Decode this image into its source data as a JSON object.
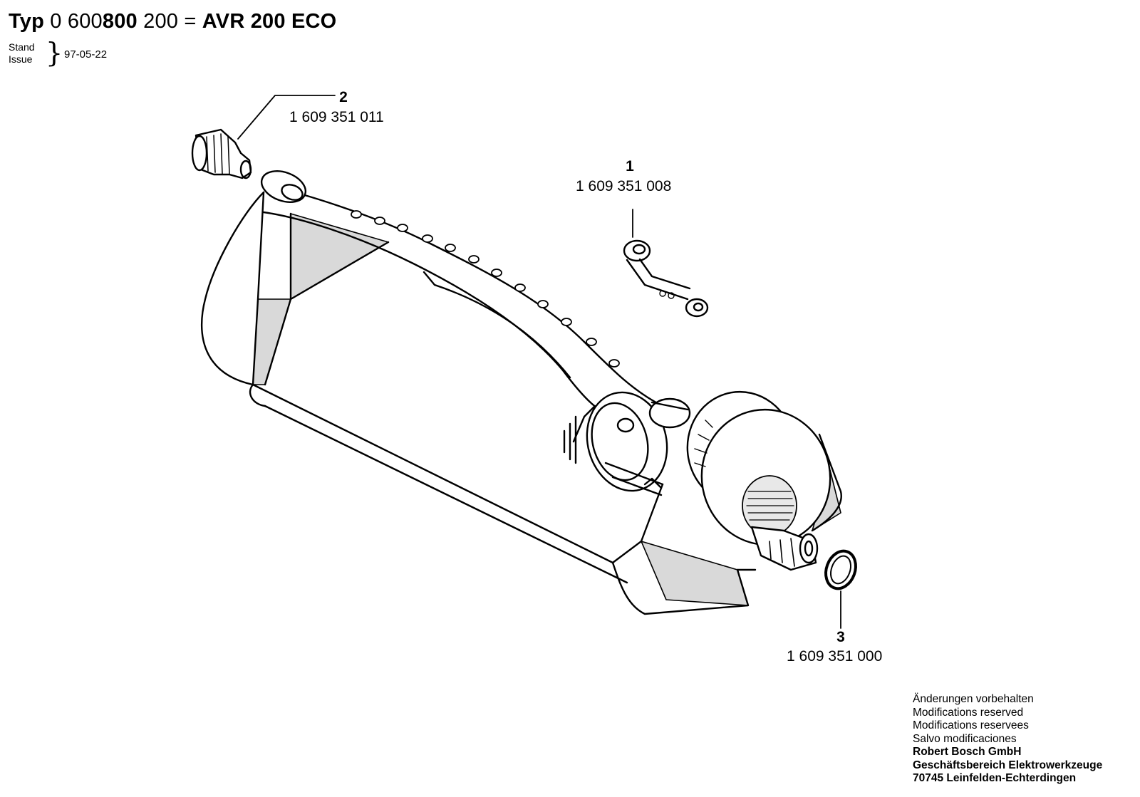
{
  "header": {
    "typ_label": "Typ",
    "number_part1": "0 600",
    "number_part2": "800",
    "number_part3": "200",
    "equals": "=",
    "model": "AVR 200 ECO"
  },
  "issue": {
    "label_de": "Stand",
    "label_en": "Issue",
    "date": "97-05-22"
  },
  "parts": [
    {
      "number": "1",
      "code": "1 609 351 008"
    },
    {
      "number": "2",
      "code": "1 609 351 011"
    },
    {
      "number": "3",
      "code": "1 609 351 000"
    }
  ],
  "footer": {
    "lines": [
      "Änderungen vorbehalten",
      "Modifications reserved",
      "Modifications reservees",
      "Salvo modificaciones"
    ],
    "company": "Robert Bosch GmbH",
    "division": "Geschäftsbereich Elektrowerkzeuge",
    "address": "70745 Leinfelden-Echterdingen"
  }
}
